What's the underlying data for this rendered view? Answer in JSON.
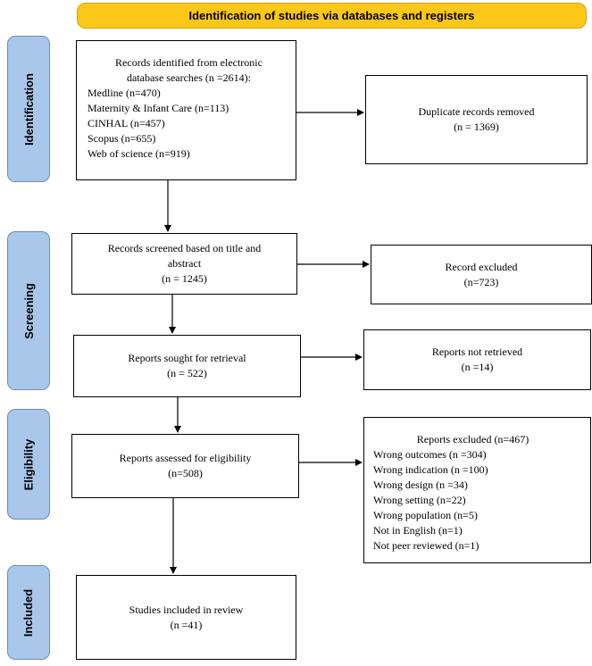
{
  "banner": {
    "title": "Identification of studies via databases and registers"
  },
  "stages": {
    "identification": "Identification",
    "screening": "Screening",
    "eligibility": "Eligibility",
    "included": "Included"
  },
  "records_identified": {
    "line1": "Records identified from electronic",
    "line2": "database searches (n =2614):",
    "sources": [
      "Medline (n=470)",
      "Maternity & Infant Care (n=113)",
      "CINHAL (n=457)",
      "Scopus (n=655)",
      "Web of science (n=919)"
    ]
  },
  "duplicates_removed": {
    "label": "Duplicate records removed",
    "count": "(n = 1369)"
  },
  "records_screened": {
    "line1": "Records screened based on title and",
    "line2": "abstract",
    "count": "(n = 1245)"
  },
  "records_excluded": {
    "label": "Record excluded",
    "count": "(n=723)"
  },
  "reports_sought": {
    "label": "Reports sought for retrieval",
    "count": "(n = 522)"
  },
  "reports_not_retrieved": {
    "label": "Reports not retrieved",
    "count": "(n =14)"
  },
  "reports_assessed": {
    "label": "Reports assessed for eligibility",
    "count": "(n=508)"
  },
  "reports_excluded": {
    "title": "Reports excluded (n=467)",
    "reasons": [
      "Wrong outcomes (n =304)",
      "Wrong indication (n =100)",
      "Wrong design (n =34)",
      "Wrong setting (n=22)",
      "Wrong population (n=5)",
      "Not in English (n=1)",
      "Not peer reviewed (n=1)"
    ]
  },
  "studies_included": {
    "label": "Studies included in review",
    "count": "(n =41)"
  }
}
